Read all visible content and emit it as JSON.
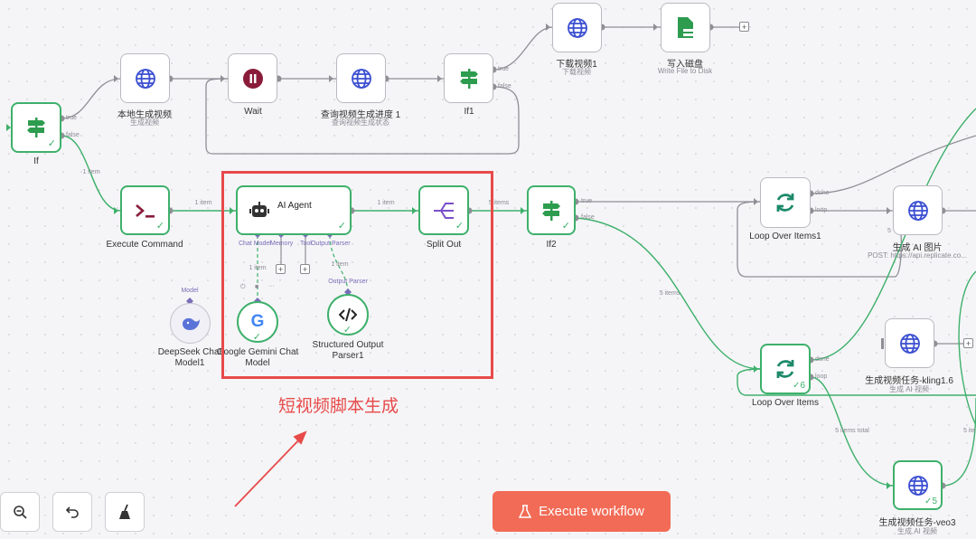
{
  "nodes": {
    "if": {
      "label": "If",
      "true": "true",
      "false": "false"
    },
    "local_video": {
      "label": "本地生成视频",
      "sub": "生成视频"
    },
    "wait": {
      "label": "Wait"
    },
    "query_progress": {
      "label": "查询视频生成进度 1",
      "sub": "查询视频生成状态"
    },
    "if1": {
      "label": "If1",
      "true": "true",
      "false": "false"
    },
    "download_video": {
      "label": "下载视频1",
      "sub": "下载视频"
    },
    "write_disk": {
      "label": "写入磁盘",
      "sub": "Write File to Disk"
    },
    "execute_command": {
      "label": "Execute Command"
    },
    "ai_agent": {
      "label": "AI Agent",
      "chat_model": "Chat Model",
      "memory": "Memory",
      "tool": "Tool",
      "output_parser": "Output Parser"
    },
    "split_out": {
      "label": "Split Out"
    },
    "if2": {
      "label": "If2",
      "true": "true",
      "false": "false"
    },
    "loop_over_items1": {
      "label": "Loop Over Items1",
      "done": "done",
      "loop": "loop"
    },
    "gen_ai_image": {
      "label": "生成 AI 图片",
      "sub": "POST: https://api.replicate.co...",
      "count": "5"
    },
    "loop_over_items": {
      "label": "Loop Over Items",
      "done": "done",
      "loop": "loop",
      "count": "6"
    },
    "kling_task": {
      "label": "生成视频任务-kling1.6",
      "sub": "生成 AI 视频"
    },
    "veo3_task": {
      "label": "生成视频任务-veo3",
      "sub": "生成 AI 视频",
      "count": "5"
    },
    "deepseek": {
      "label1": "DeepSeek Chat",
      "label2": "Model1",
      "tag": "Model"
    },
    "gemini": {
      "label1": "Google Gemini Chat",
      "label2": "Model"
    },
    "structured_parser": {
      "label1": "Structured Output",
      "label2": "Parser1",
      "tag": "Output Parser"
    }
  },
  "edges": {
    "if_exec": "1 item",
    "exec_agent": "1 item",
    "agent_split": "1 item",
    "split_if2": "5 items",
    "if2_loop": "5 items",
    "gemini_agent": "1 item",
    "parser_agent": "1 item",
    "loop_veo": "5 items total",
    "loop_right": "5 ite"
  },
  "annotation": {
    "text": "短视频脚本生成"
  },
  "toolbar": {
    "execute_label": "Execute workflow"
  },
  "colors": {
    "success": "#3eb06b",
    "accent": "#f26b56",
    "highlight": "#e84a4a",
    "icon_blue": "#3b4fd1",
    "icon_green": "#2d9c4f"
  }
}
